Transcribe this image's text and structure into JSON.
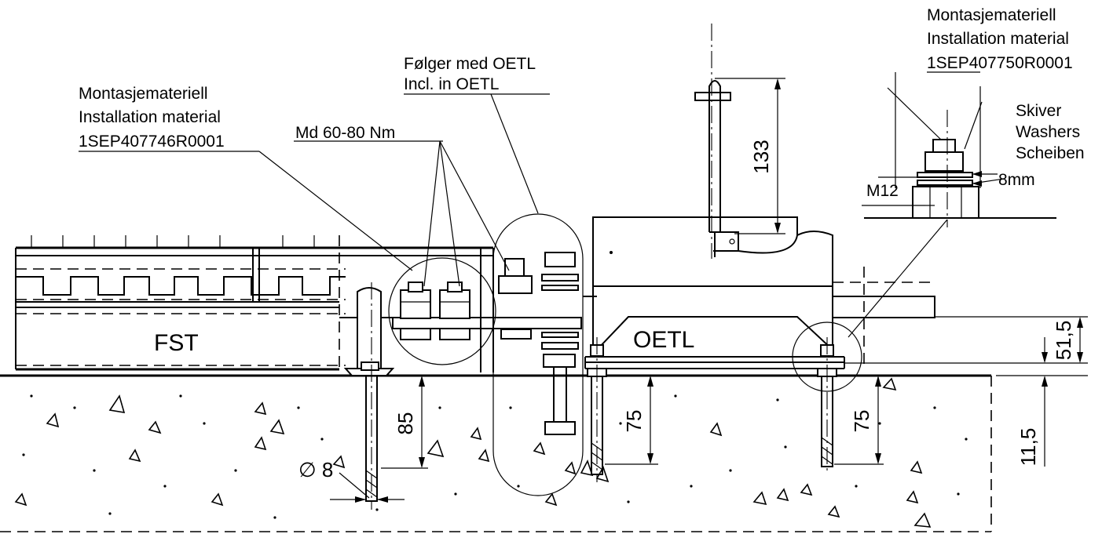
{
  "labels": {
    "fst": "FST",
    "oetl": "OETL",
    "torque": "Md 60-80 Nm",
    "included_no": "Følger med OETL",
    "included_en": "Incl. in OETL",
    "install_left_no": "Montasjemateriell",
    "install_left_en": "Installation material",
    "install_left_code": "1SEP407746R0001",
    "install_right_no": "Montasjemateriell",
    "install_right_en": "Installation material",
    "install_right_code": "1SEP407750R0001",
    "washers_no": "Skiver",
    "washers_en": "Washers",
    "washers_de": "Scheiben",
    "washer_size": "8mm",
    "bolt": "M12",
    "diameter": "∅ 8"
  },
  "dimensions": {
    "d133": "133",
    "d85": "85",
    "d75_left": "75",
    "d75_right": "75",
    "d51_5": "51,5",
    "d11_5": "11,5"
  }
}
